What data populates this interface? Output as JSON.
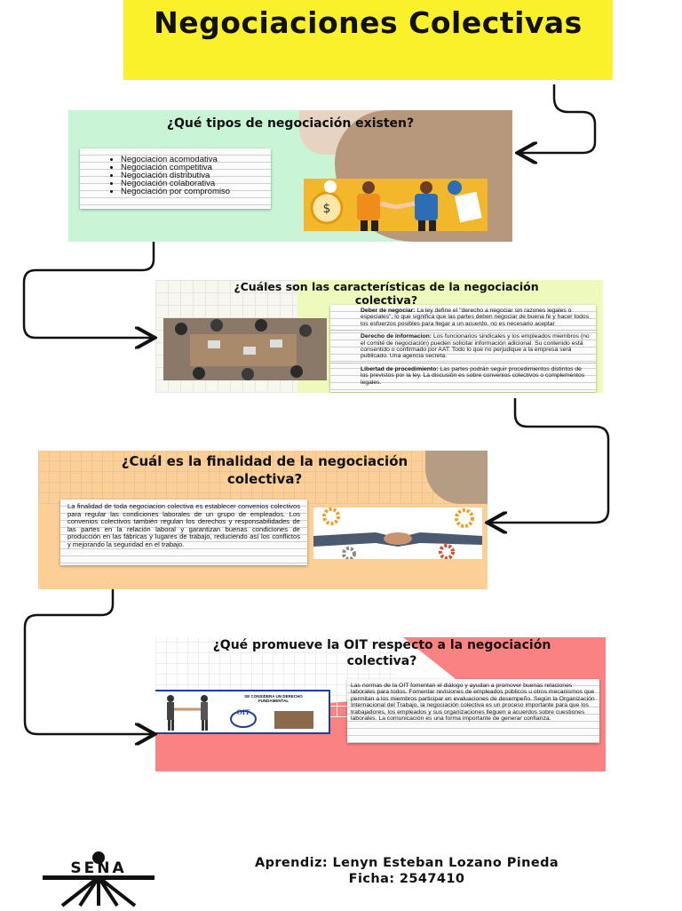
{
  "title": "Negociaciones Colectivas",
  "section1": {
    "heading": "¿Qué tipos de negociación existen?",
    "items": [
      "Negociacion acomodativa",
      "Negociación competitiva",
      "Negociación distributiva",
      "Negociación colaborativa",
      "Negociación por compromiso"
    ]
  },
  "section2": {
    "heading": "¿Cuáles son las características de la negociación colectiva?",
    "items": [
      {
        "term": "Deber de negociar:",
        "text": " La ley define el \"derecho a negociar sin razones legales o especiales\", lo que significa que las partes deben negociar de buena fe y hacer todos los esfuerzos posibles para llegar a un acuerdo. no es necesario aceptar"
      },
      {
        "term": "Derecho de informacion:",
        "text": " Los funcionarios sindicales y los empleados miembros (no el comité de negociación) pueden solicitar información adicional. Su contenido está consentido o confirmado por AAT. Todo lo que no perjudique a la empresa será publicado. Una agencia secreta."
      },
      {
        "term": "Libertad de procedimiento:",
        "text": " Las partes podrán seguir procedimientos distintos de los previstos por la ley. La discusión es sobre convenios colectivos o complementos legales."
      }
    ]
  },
  "section3": {
    "heading": "¿Cuál es la finalidad de la negociación colectiva?",
    "text": "La finalidad de toda negociacion colectiva es establecer convenios colectivos para regular las condiciones laborales de un grupo de empleados. Los convenios colectivos también regulan los derechos y responsabilidades de las partes en la relación laboral y garantizan buenas condiciones de producción en las fábricas y lugares de trabajo, reduciendo así los conflictos y mejorando la seguridad en el trabajo."
  },
  "section4": {
    "heading": "¿Qué promueve la OIT respecto a la negociación colectiva?",
    "poster_caption": "SE CONSIDERA UN DERECHO FUNDAMENTAL",
    "poster_logo": "OIT",
    "text": "Las normas de la OIT fomentan el diálogo y ayudan a promover buenas relaciones laborales para todos. Fomentar revisiones de empleados públicos u otros mecanismos que permitan a los miembros participar en evaluaciones de desempeño. Según la Organización Internacional del Trabajo, la negociación colectiva es un proceso importante para que los trabajadores, los empleados y sus organizaciones lleguen a acuerdos sobre cuestiones laborales. La comunicación es una forma importante de generar confianza."
  },
  "footer": {
    "line1": "Aprendiz: Lenyn Esteban Lozano Pineda",
    "line2": "Ficha: 2547410"
  },
  "logo": {
    "text": "SENA"
  },
  "colors": {
    "title_bg": "#fbf12a",
    "section1_bg": "#c9f5d6",
    "section2_bg": "#eefabc",
    "section3_bg": "#fbcf96",
    "section4_bg": "#fa8282"
  }
}
